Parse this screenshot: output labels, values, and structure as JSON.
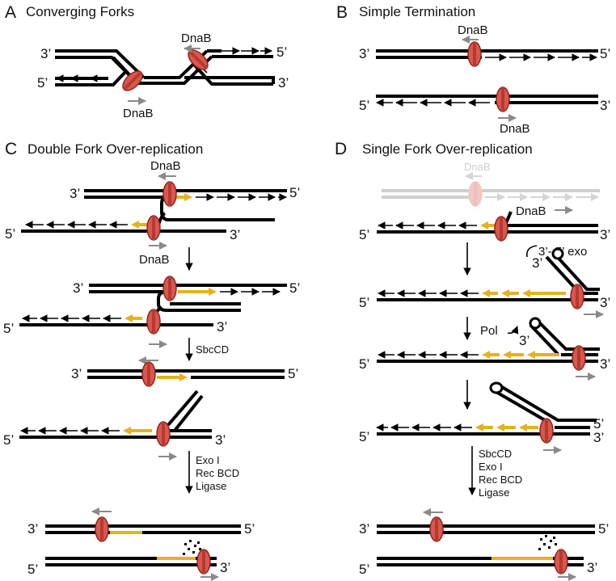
{
  "panels": {
    "A": {
      "letter": "A",
      "title": "Converging Forks"
    },
    "B": {
      "letter": "B",
      "title": "Simple Termination"
    },
    "C": {
      "letter": "C",
      "title": "Double Fork Over-replication"
    },
    "D": {
      "letter": "D",
      "title": "Single Fork Over-replication"
    }
  },
  "ends": {
    "three": "3’",
    "five": "5’"
  },
  "labels": {
    "helicase": "DnaB",
    "exo35": "3’- 5’ exo",
    "pol": "Pol",
    "sbccd": "SbcCD",
    "exo1": "Exo I",
    "recbcd": "Rec BCD",
    "ligase": "Ligase"
  },
  "colors": {
    "dna": "#000000",
    "helicase": "#d9574d",
    "new_synthesis": "#e7b01e",
    "direction_arrow": "#8a8a8a",
    "faded": "#cfcfcf"
  }
}
